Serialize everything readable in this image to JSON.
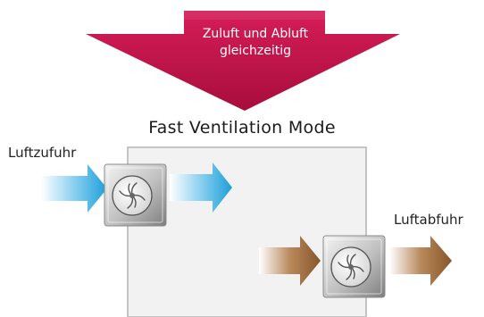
{
  "banner": {
    "line1": "Zuluft und Abluft",
    "line2": "gleichzeitig",
    "color": "#c8164e"
  },
  "title": "Fast Ventilation Mode",
  "labels": {
    "supply": "Luftzufuhr",
    "exhaust": "Luftabfuhr"
  },
  "colors": {
    "supply_arrow": "#2fa6dc",
    "exhaust_arrow": "#8c5a2c",
    "room_fill": "#f2f2f2",
    "room_border": "#b4b4b4"
  },
  "icons": {
    "fan_supply": "fan-icon",
    "fan_exhaust": "fan-icon"
  }
}
